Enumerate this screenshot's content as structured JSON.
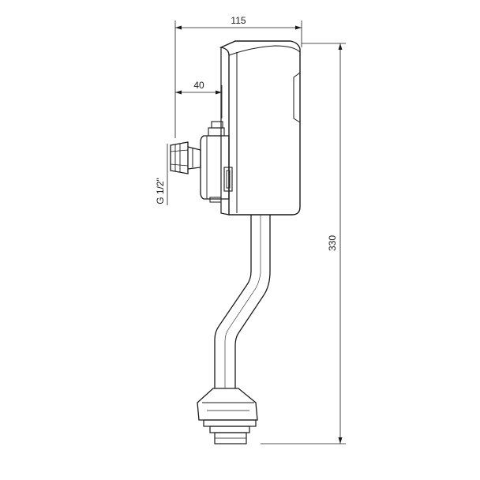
{
  "dimensions": {
    "overall_width": "115",
    "inlet_offset": "40",
    "overall_height": "330",
    "thread_size": "G 1/2\""
  },
  "colors": {
    "line": "#1a1a1a",
    "dimension_line": "#333333",
    "background": "#ffffff"
  }
}
